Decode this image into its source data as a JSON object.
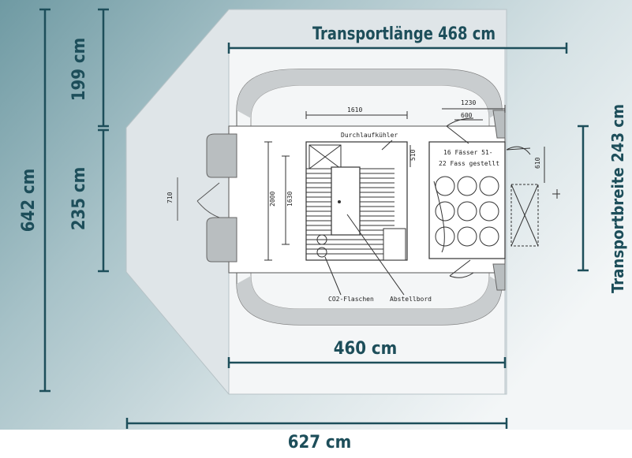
{
  "labels": {
    "total_height": "642 cm",
    "top_segment": "199 cm",
    "mid_segment": "235 cm",
    "transport_length": "Transportlänge 468 cm",
    "transport_width": "Transportbreite 243 cm",
    "inner_length": "460 cm",
    "total_length": "627 cm"
  },
  "plan": {
    "dim_1610": "1610",
    "dim_1230": "1230",
    "dim_600": "600",
    "dim_510": "510",
    "dim_2000": "2000",
    "dim_1630": "1630",
    "dim_710": "710",
    "dim_610": "610",
    "cooler": "Durchlaufkühler",
    "kegs_line1": "16 Fässer 51-",
    "kegs_line2": "22 Fass gestellt",
    "co2": "CO2-Flaschen",
    "shelf": "Abstellbord"
  },
  "colors": {
    "accent": "#1d4e5a",
    "background_gradient_start": "#7fa5ad",
    "background_gradient_end": "#e9eff1"
  }
}
